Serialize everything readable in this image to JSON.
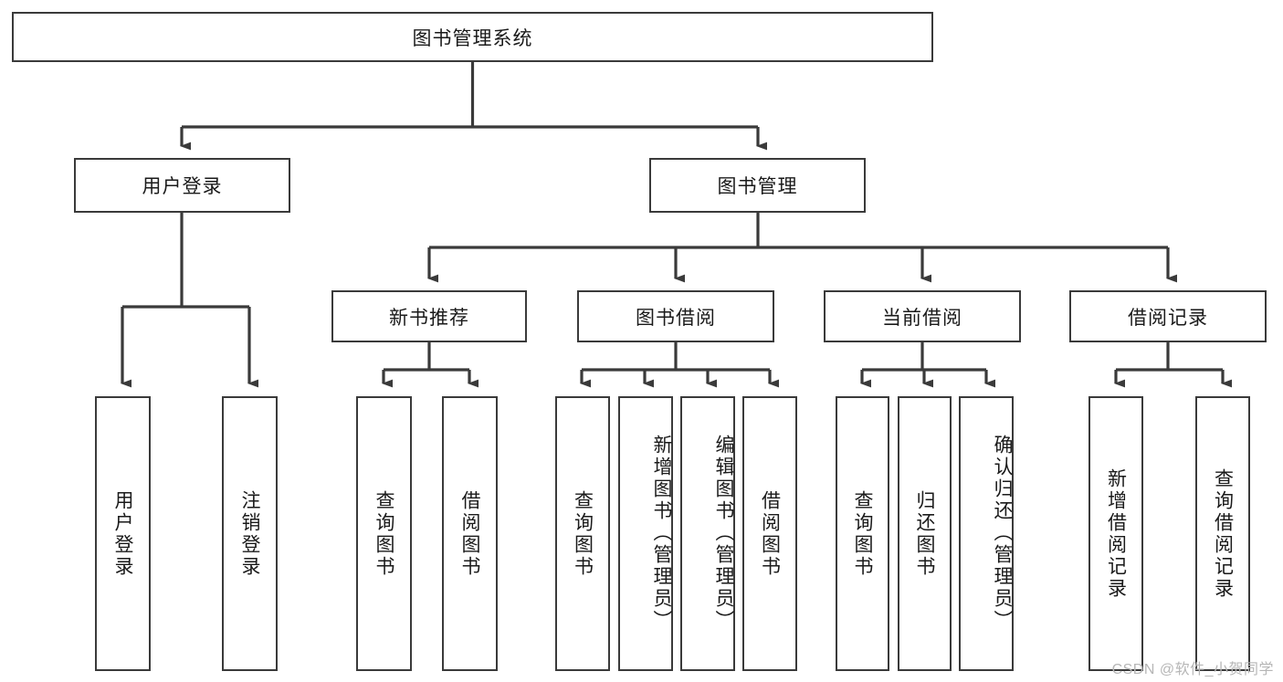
{
  "diagram": {
    "type": "tree",
    "title": "图书管理系统",
    "root": {
      "id": "root",
      "label": "图书管理系统"
    },
    "level1": [
      {
        "id": "user-login",
        "label": "用户登录"
      },
      {
        "id": "book-manage",
        "label": "图书管理"
      }
    ],
    "level2": [
      {
        "id": "new-book-rec",
        "label": "新书推荐",
        "parent": "book-manage"
      },
      {
        "id": "book-borrow",
        "label": "图书借阅",
        "parent": "book-manage"
      },
      {
        "id": "current-borrow",
        "label": "当前借阅",
        "parent": "book-manage"
      },
      {
        "id": "borrow-record",
        "label": "借阅记录",
        "parent": "book-manage"
      }
    ],
    "leaves": [
      {
        "id": "leaf-user-login",
        "label": "用户登录",
        "parent": "user-login"
      },
      {
        "id": "leaf-logout",
        "label": "注销登录",
        "parent": "user-login"
      },
      {
        "id": "leaf-query-book-1",
        "label": "查询图书",
        "parent": "new-book-rec"
      },
      {
        "id": "leaf-borrow-book-1",
        "label": "借阅图书",
        "parent": "new-book-rec"
      },
      {
        "id": "leaf-query-book-2",
        "label": "查询图书",
        "parent": "book-borrow"
      },
      {
        "id": "leaf-add-book",
        "label": "新增图书（管理员）",
        "parent": "book-borrow"
      },
      {
        "id": "leaf-edit-book",
        "label": "编辑图书（管理员）",
        "parent": "book-borrow"
      },
      {
        "id": "leaf-borrow-book-2",
        "label": "借阅图书",
        "parent": "book-borrow"
      },
      {
        "id": "leaf-query-book-3",
        "label": "查询图书",
        "parent": "current-borrow"
      },
      {
        "id": "leaf-return-book",
        "label": "归还图书",
        "parent": "current-borrow"
      },
      {
        "id": "leaf-confirm-return",
        "label": "确认归还（管理员）",
        "parent": "current-borrow"
      },
      {
        "id": "leaf-add-record",
        "label": "新增借阅记录",
        "parent": "borrow-record"
      },
      {
        "id": "leaf-query-record",
        "label": "查询借阅记录",
        "parent": "borrow-record"
      }
    ]
  },
  "watermark": {
    "text": "CSDN @软件_小贺同学"
  },
  "colors": {
    "stroke": "#3a3a3a",
    "background": "#ffffff",
    "text": "#1a1a1a",
    "watermark": "#b6b6b6"
  }
}
